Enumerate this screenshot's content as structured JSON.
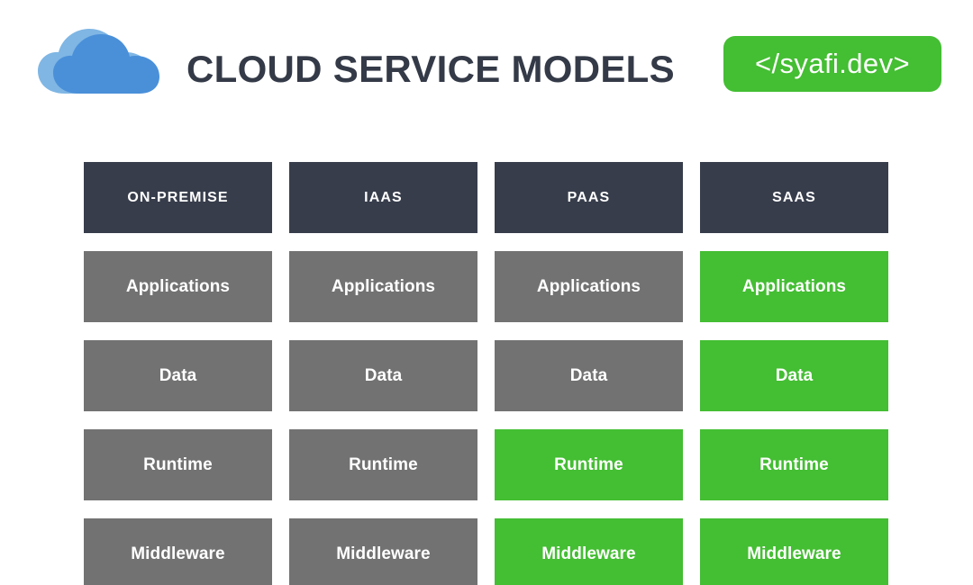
{
  "header": {
    "title": "CLOUD SERVICE MODELS",
    "logo_icon": "cloud-icon",
    "badge_text": "</syafi.dev>"
  },
  "colors": {
    "header_cell": "#373D4B",
    "managed_by_provider": "#44BE33",
    "managed_by_user": "#727272",
    "title_text": "#343A47",
    "badge_background": "#44BE33",
    "cloud_front": "#4A90D9",
    "cloud_back": "#7FB6E4",
    "page_background": "#FFFFFF"
  },
  "grid": {
    "columns": [
      {
        "key": "on-premise",
        "label": "ON-PREMISE"
      },
      {
        "key": "iaas",
        "label": "IAAS"
      },
      {
        "key": "paas",
        "label": "PAAS"
      },
      {
        "key": "saas",
        "label": "SAAS"
      }
    ],
    "rows": [
      {
        "layer": "Applications",
        "cells": [
          {
            "label": "Applications",
            "state": "gray"
          },
          {
            "label": "Applications",
            "state": "gray"
          },
          {
            "label": "Applications",
            "state": "gray"
          },
          {
            "label": "Applications",
            "state": "green"
          }
        ]
      },
      {
        "layer": "Data",
        "cells": [
          {
            "label": "Data",
            "state": "gray"
          },
          {
            "label": "Data",
            "state": "gray"
          },
          {
            "label": "Data",
            "state": "gray"
          },
          {
            "label": "Data",
            "state": "green"
          }
        ]
      },
      {
        "layer": "Runtime",
        "cells": [
          {
            "label": "Runtime",
            "state": "gray"
          },
          {
            "label": "Runtime",
            "state": "gray"
          },
          {
            "label": "Runtime",
            "state": "green"
          },
          {
            "label": "Runtime",
            "state": "green"
          }
        ]
      },
      {
        "layer": "Middleware",
        "cells": [
          {
            "label": "Middleware",
            "state": "gray"
          },
          {
            "label": "Middleware",
            "state": "gray"
          },
          {
            "label": "Middleware",
            "state": "green"
          },
          {
            "label": "Middleware",
            "state": "green"
          }
        ]
      }
    ]
  }
}
